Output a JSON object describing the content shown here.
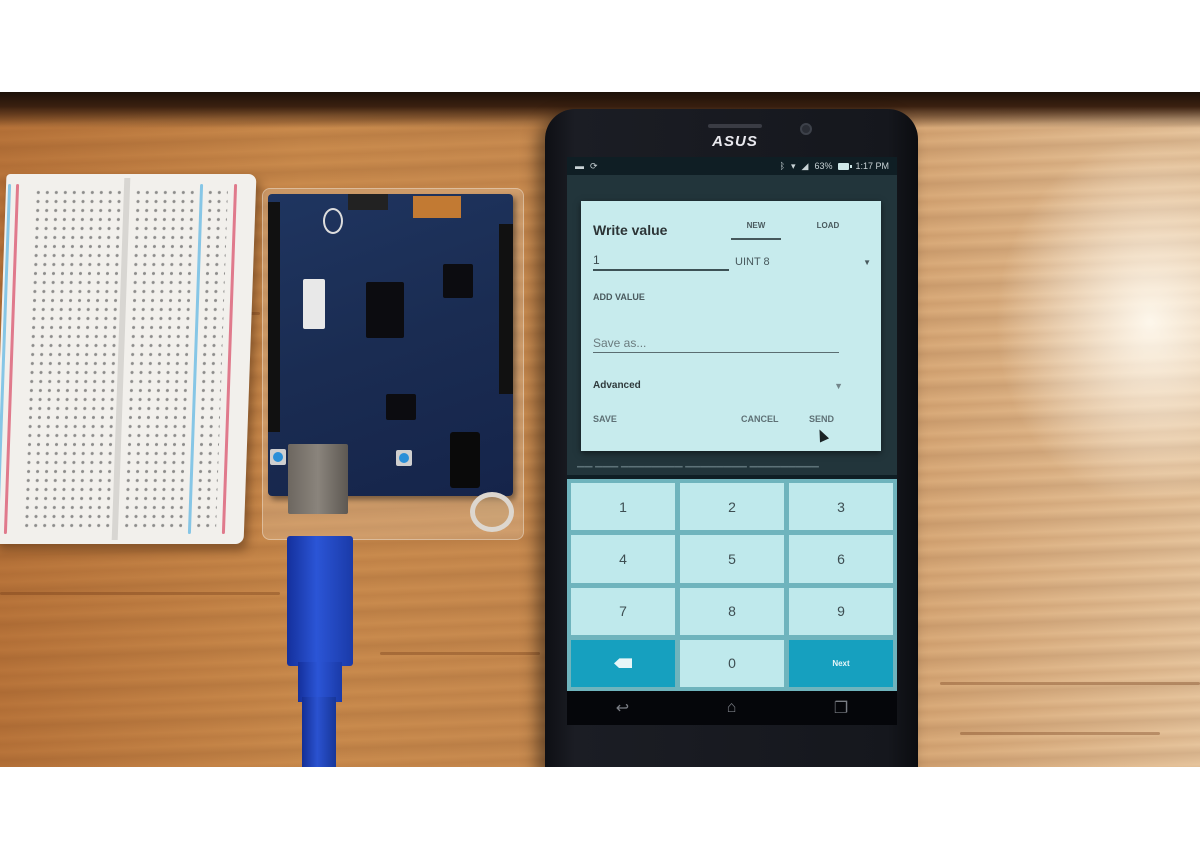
{
  "scene": {
    "description": "Smartphone showing a BLE Write value dialog next to an Intel Arduino 101 board and a breadboard on a wooden table",
    "objects": [
      "breadboard",
      "arduino-101-board",
      "usb-cable",
      "asus-smartphone"
    ]
  },
  "phone": {
    "brand": "ASUS",
    "status_bar": {
      "battery": "63%",
      "time": "1:17 PM"
    },
    "dialog": {
      "title": "Write value",
      "tabs": [
        {
          "label": "NEW",
          "active": true
        },
        {
          "label": "LOAD",
          "active": false
        }
      ],
      "value_input": "1",
      "type_select": "UINT 8",
      "add_value_label": "ADD VALUE",
      "save_as_placeholder": "Save as...",
      "advanced_label": "Advanced",
      "buttons": {
        "save": "SAVE",
        "cancel": "CANCEL",
        "send": "SEND"
      }
    },
    "keypad": {
      "keys": [
        "1",
        "2",
        "3",
        "4",
        "5",
        "6",
        "7",
        "8",
        "9",
        "",
        "0",
        "Next"
      ],
      "action_color": "#16a0bf",
      "key_color": "#bfe9ec"
    },
    "navbar": {
      "back": "↩",
      "home": "⌂",
      "recents": "❐"
    }
  },
  "colors": {
    "wood": "#c98a4c",
    "board": "#1a2c52",
    "cable": "#2a52d0",
    "dialog_bg": "#c7ebed"
  }
}
